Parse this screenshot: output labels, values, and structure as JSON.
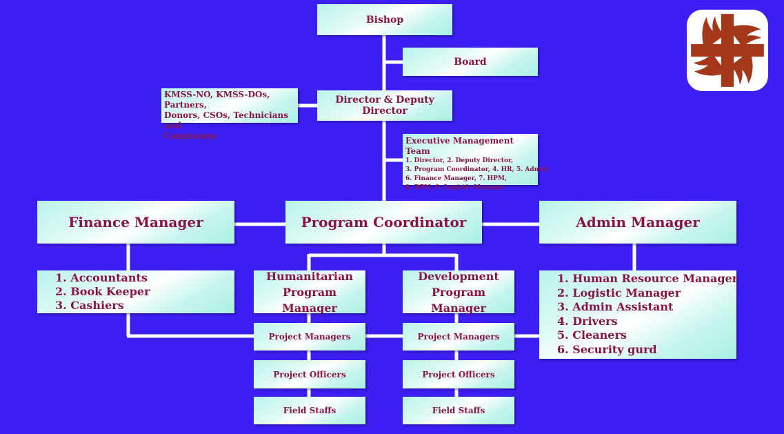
{
  "colors": {
    "background": "#3c1ff2",
    "text": "#8a1448",
    "box": "#c7f5ee",
    "connector": "#ffffff",
    "logo": "#a5381a"
  },
  "logo": {
    "icon": "caritas-cross-icon"
  },
  "org": {
    "bishop": "Bishop",
    "board": "Board",
    "director": "Director & Deputy Director",
    "partners": [
      "KMSS-NO, KMSS-DOs, Partners,",
      "Donors, CSOs, Technicians and",
      "Comissions"
    ],
    "emt": {
      "title": "Executive Management Team",
      "members": [
        "1. Director, 2. Deputy Director,",
        "3. Program Coordinator, 4. HR, 5. Admin,",
        "6. Finance Manager, 7. HPM,",
        "8. DPM, 9. Logistic Manager"
      ]
    },
    "finance_manager": "Finance Manager",
    "program_coordinator": "Program Coordinator",
    "admin_manager": "Admin Manager",
    "finance_staff": [
      "1. Accountants",
      "2. Book Keeper",
      "3. Cashiers"
    ],
    "admin_staff": [
      "1. Human Resource Manager",
      "2. Logistic Manager",
      "3. Admin Assistant",
      "4. Drivers",
      "5. Cleaners",
      "6. Security gurd"
    ],
    "humanitarian": {
      "title": [
        "Humanitarian",
        "Program Manager"
      ],
      "project_managers": "Project Managers",
      "project_officers": "Project Officers",
      "field_staffs": "Field Staffs"
    },
    "development": {
      "title": [
        "Development",
        "Program Manager"
      ],
      "project_managers": "Project Managers",
      "project_officers": "Project Officers",
      "field_staffs": "Field Staffs"
    }
  }
}
